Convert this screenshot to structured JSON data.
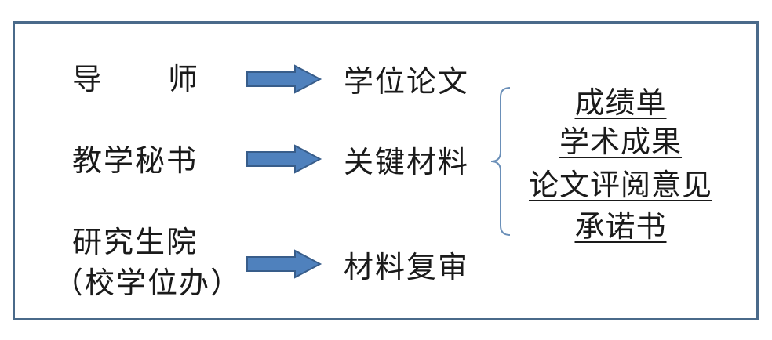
{
  "rows": [
    {
      "role_parts": [
        "导",
        "师"
      ],
      "item": "学位论文"
    },
    {
      "role": "教学秘书",
      "item": "关键材料"
    },
    {
      "role_line1": "研究生院",
      "role_line2": "（校学位办）",
      "item": "材料复审"
    }
  ],
  "documents": [
    "成绩单",
    "学术成果",
    "论文评阅意见",
    "承诺书"
  ],
  "colors": {
    "frame": "#4a6a8a",
    "arrow_fill": "#4f81bd",
    "arrow_stroke": "#385d8a",
    "brace": "#6a8fb8"
  },
  "icons": [
    "right-arrow-icon",
    "left-brace-icon"
  ]
}
